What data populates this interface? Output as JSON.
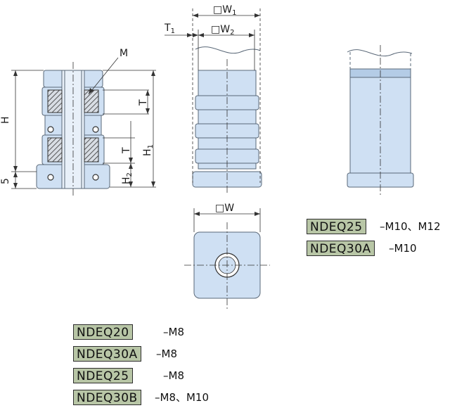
{
  "labels": {
    "m": "M",
    "h": "H",
    "five": "5",
    "t_upper": "T",
    "t_lower": "T",
    "h1_main": "H",
    "h1_sub": "1",
    "h2_main": "H",
    "h2_sub": "2",
    "t1_main": "T",
    "t1_sub": "1",
    "w1_main": "□W",
    "w1_sub": "1",
    "w2_main": "□W",
    "w2_sub": "2",
    "w": "□W"
  },
  "models_right": [
    {
      "name": "NDEQ25",
      "suffix": "–M10、M12"
    },
    {
      "name": "NDEQ30A",
      "suffix": "–M10"
    }
  ],
  "models_bottom": [
    {
      "name": "NDEQ20",
      "suffix": "–M8"
    },
    {
      "name": "NDEQ30A",
      "suffix": "–M8"
    },
    {
      "name": "NDEQ25",
      "suffix": "–M8"
    },
    {
      "name": "NDEQ30B",
      "suffix": "–M8、M10"
    }
  ],
  "colors": {
    "body_fill": "#cfe0f3",
    "outline": "#5a6878",
    "hatch": "#444444",
    "tag_fill": "#b8c6a6"
  }
}
